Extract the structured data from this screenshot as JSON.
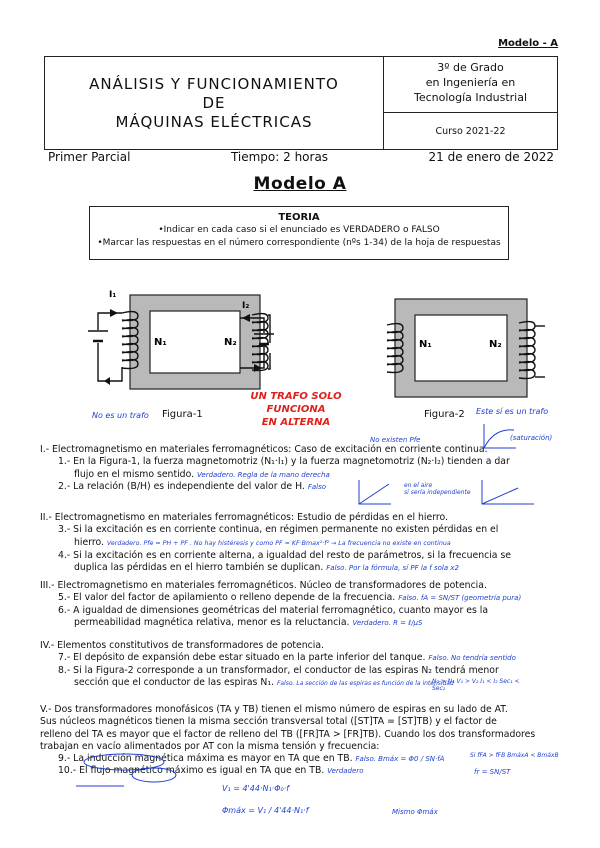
{
  "model_tag": "Modelo - A",
  "header": {
    "title_line1": "ANÁLISIS Y FUNCIONAMIENTO",
    "title_line2": "DE",
    "title_line3": "MÁQUINAS ELÉCTRICAS",
    "grade_line1": "3º de Grado",
    "grade_line2": "en Ingeniería en",
    "grade_line3": "Tecnología Industrial",
    "course": "Curso 2021-22"
  },
  "exam": {
    "type": "Primer Parcial",
    "time": "Tiempo: 2 horas",
    "date": "21 de enero de 2022"
  },
  "model_title": "Modelo A",
  "teoria": {
    "title": "TEORIA",
    "line1": "•Indicar en cada caso si el enunciado es VERDADERO o FALSO",
    "line2": "•Marcar las respuestas en el número correspondiente (nºs 1-34) de la hoja de respuestas"
  },
  "figures": {
    "fig1_label": "Figura-1",
    "fig2_label": "Figura-2",
    "i1": "I₁",
    "i2": "I₂",
    "n1": "N₁",
    "n2": "N₂"
  },
  "handwriting": {
    "fig1_note": "No es un trafo",
    "fig2_note": "Este sí es un trafo",
    "center_note_1": "UN TRAFO SOLO FUNCIONA",
    "center_note_2": "EN ALTERNA",
    "no_existen": "No existen Pfe",
    "saturacion": "(saturación)",
    "q1_note": "Verdadero. Regla de la mano derecha",
    "q2_note": "Falso",
    "q2_graph_1": "en el aire",
    "q2_graph_2": "sí sería independiente",
    "q3_note": "Verdadero. Pfe = PH + PF . No hay histéresis y como PF = KF·Bmax²·f² → La frecuencia no existe en continua",
    "q4_note": "Falso. Por la fórmula, sí PF la f sola x2",
    "q5_note": "Falso. fA = SN/ST (geometría pura)",
    "q6_note": "Verdadero. R = ℓ/μS",
    "q7_note": "Falso. No tendría sentido",
    "q8_note": "Falso. La sección de las espiras es función de la intensidad",
    "q8_side": "N₂ > N₁   V₁ > V₂   I₁ < I₂   Sec₁ < Sec₂",
    "q9_note": "Falso. Bmáx = Φ0 / SN·fA",
    "q9_right": "Si fFA > fFB  BmáxA < BmáxB",
    "q10_note": "Verdadero",
    "formula1": "V₁ = 4'44·N₁·Φ₀·f",
    "formula2": "Φmáx = V₁ / 4'44·N₁·f",
    "formula2_note": "Mismo Φmáx",
    "fr_formula": "fr = SN/ST"
  },
  "sections": {
    "s1_title": "I.- Electromagnetismo en materiales ferromagnéticos: Caso de excitación en corriente continua.",
    "q1": "1.- En la Figura-1, la fuerza magnetomotriz (N₁·I₁) y la fuerza magnetomotriz (N₂·I₂) tienden a dar",
    "q1b": "flujo en el mismo sentido.",
    "q2": "2.- La relación (B/H) es independiente del valor de H.",
    "s2_title": "II.- Electromagnetismo en materiales ferromagnéticos: Estudio de pérdidas en el hierro.",
    "q3": "3.- Si la excitación es en corriente continua, en régimen permanente no existen pérdidas en el",
    "q3b": "hierro.",
    "q4": "4.- Si la excitación es en corriente alterna, a igualdad del resto de parámetros, si la frecuencia se",
    "q4b": "duplica las pérdidas en el hierro también se duplican.",
    "s3_title": "III.- Electromagnetismo en materiales ferromagnéticos. Núcleo de transformadores de potencia.",
    "q5": "5.- El valor del factor de apilamiento o relleno depende de la frecuencia.",
    "q6": "6.- A igualdad de dimensiones geométricas del material ferromagnético, cuanto mayor es la",
    "q6b": "permeabilidad magnética relativa, menor es la reluctancia.",
    "s4_title": "IV.- Elementos constitutivos de transformadores de potencia.",
    "q7": "7.- El depósito de expansión debe estar situado en la parte inferior del tanque.",
    "q8": "8.- Si la Figura-2 corresponde a un transformador, el conductor de las espiras N₂ tendrá menor",
    "q8b": "sección que el conductor de las espiras N₁.",
    "s5_l1": "V.- Dos transformadores monofásicos (TA y TB) tienen el mismo número de espiras en su lado de AT.",
    "s5_l2": "Sus núcleos magnéticos tienen la misma sección transversal total ([ST]TA = [ST]TB) y el factor de",
    "s5_l3": "relleno del TA es mayor que el factor de relleno del TB ([FR]TA > [FR]TB). Cuando los dos transformadores",
    "s5_l4": "trabajan en vacío alimentados por AT con la misma tensión y frecuencia:",
    "q9": "9.- La inducción magnética máxima es mayor en TA que en TB.",
    "q10": "10.- El flujo magnético máximo es igual en TA que en TB."
  }
}
